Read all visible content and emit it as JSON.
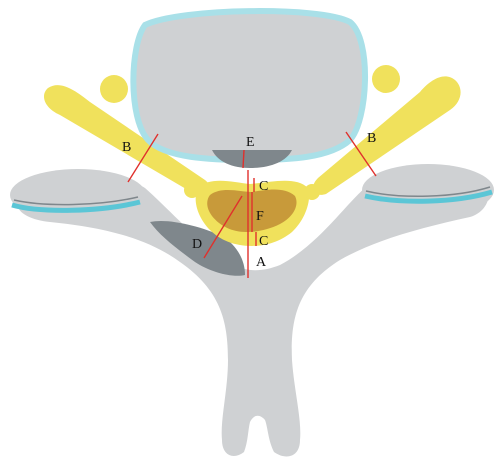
{
  "labels": {
    "A": "A",
    "B": "B",
    "C": "C",
    "D": "D",
    "E": "E",
    "F": "F"
  },
  "colors": {
    "bone": "#cfd1d3",
    "bone_outline": "#b9bcbe",
    "disc_rim": "#a9e0e8",
    "ligament": "#f0e15c",
    "cord": "#c89a3a",
    "dark_tissue": "#7f878c",
    "facet_cartilage": "#5bc6d6",
    "measure_line": "#e0302c",
    "label": "#111111"
  },
  "icons": [
    "vertebral-body",
    "spinous-process",
    "lamina",
    "facet-joint",
    "spinal-cord",
    "ligamentum-flavum",
    "measurement-line"
  ]
}
